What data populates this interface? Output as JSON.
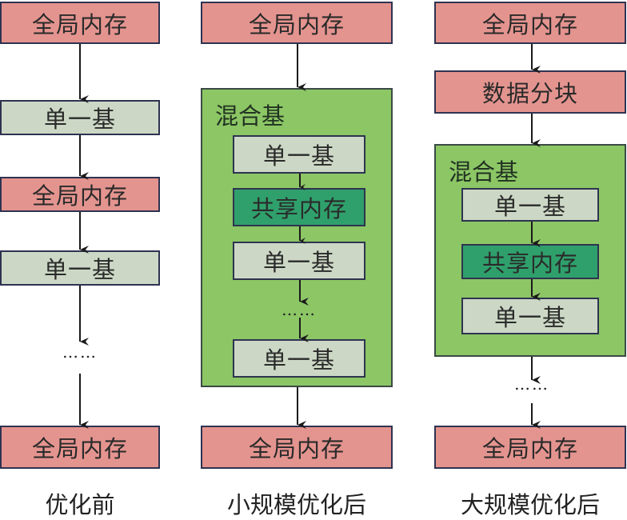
{
  "colors": {
    "global_memory": "#e4948f",
    "single_radix": "#ccd8c5",
    "shared_memory": "#2fa06c",
    "hybrid_radix": "#8cc665",
    "border": "#2e3350"
  },
  "columns": [
    {
      "caption": "优化前",
      "nodes": [
        "全局内存",
        "单一基",
        "全局内存",
        "单一基",
        "……",
        "全局内存"
      ]
    },
    {
      "caption": "小规模优化后",
      "top": "全局内存",
      "hybrid": {
        "title": "混合基",
        "nodes": [
          "单一基",
          "共享内存",
          "单一基",
          "……",
          "单一基"
        ]
      },
      "bottom": "全局内存"
    },
    {
      "caption": "大规模优化后",
      "top": "全局内存",
      "chunk": "数据分块",
      "hybrid": {
        "title": "混合基",
        "nodes": [
          "单一基",
          "共享内存",
          "单一基"
        ]
      },
      "ellipsis": "……",
      "bottom": "全局内存"
    }
  ]
}
